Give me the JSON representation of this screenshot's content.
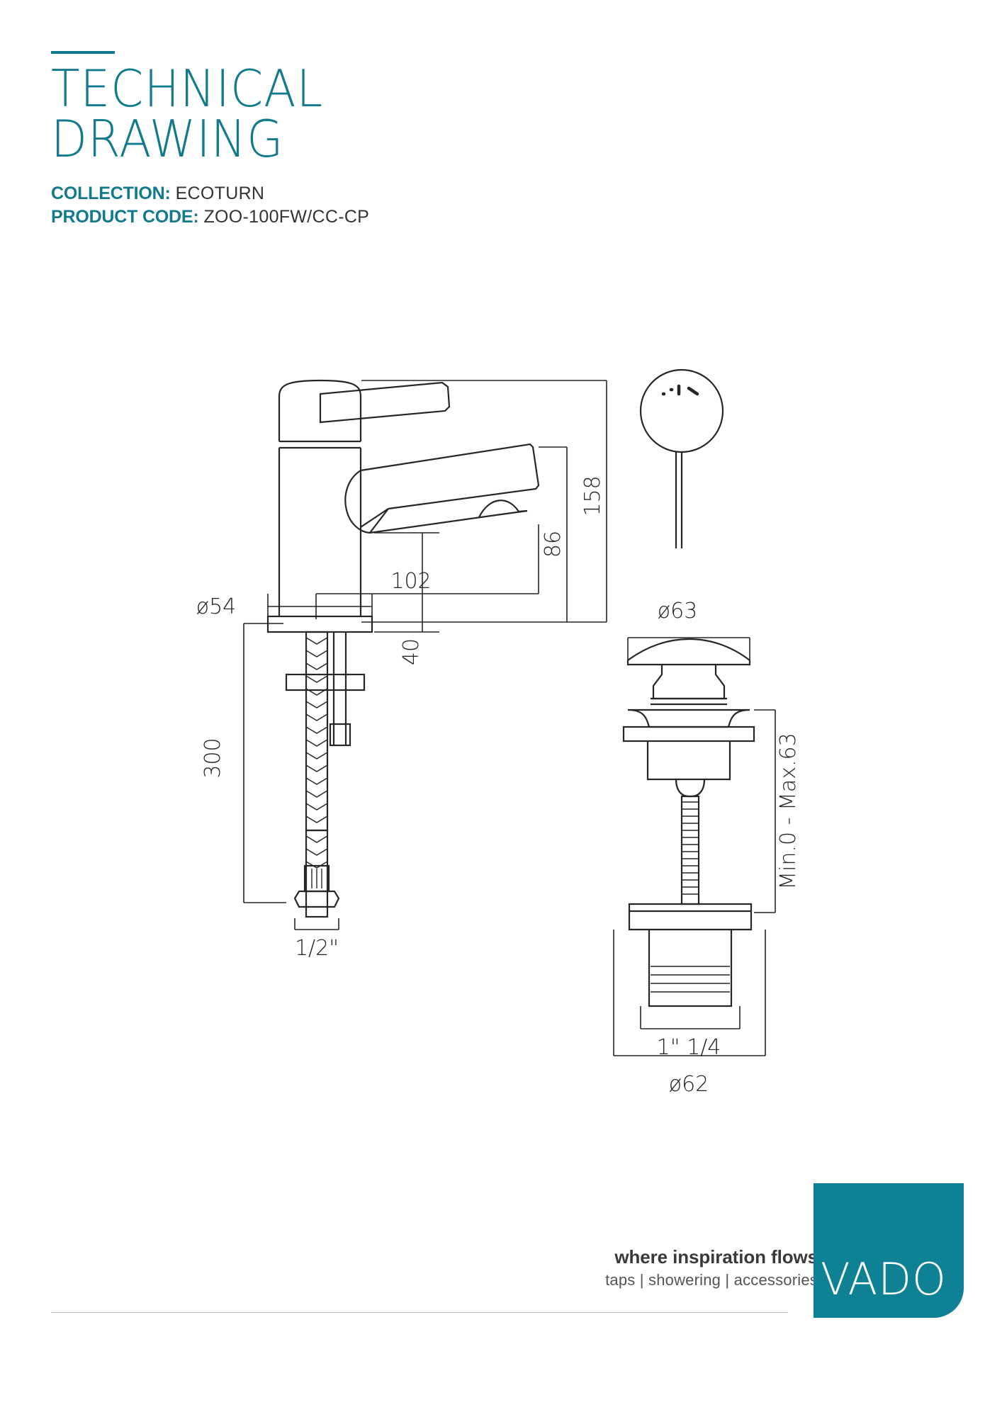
{
  "header": {
    "title_line1": "TECHNICAL",
    "title_line2": "DRAWING",
    "collection_label": "COLLECTION:",
    "collection_value": "ECOTURN",
    "product_code_label": "PRODUCT CODE:",
    "product_code_value": "ZOO-100FW/CC-CP"
  },
  "colors": {
    "brand_teal": "#127a8c",
    "logo_teal": "#0e8294",
    "line_dark": "#262626",
    "text_dark": "#333333"
  },
  "drawing": {
    "caption_tap": "",
    "dimensions": {
      "basin_height_total": "158",
      "spout_height": "86",
      "spout_reach": "102",
      "base_to_spout": "40",
      "base_diameter": "ø54",
      "tail_length": "300",
      "connection_size": "1/2\"",
      "waste_cap_diameter": "ø63",
      "waste_body_diameter": "ø62",
      "waste_thread": "1\" 1/4",
      "waste_range": "Min.0 - Max.63"
    }
  },
  "footer": {
    "tagline_main": "where inspiration flows",
    "tagline_sub": "taps | showering | accessories",
    "logo_text": "VADO"
  }
}
